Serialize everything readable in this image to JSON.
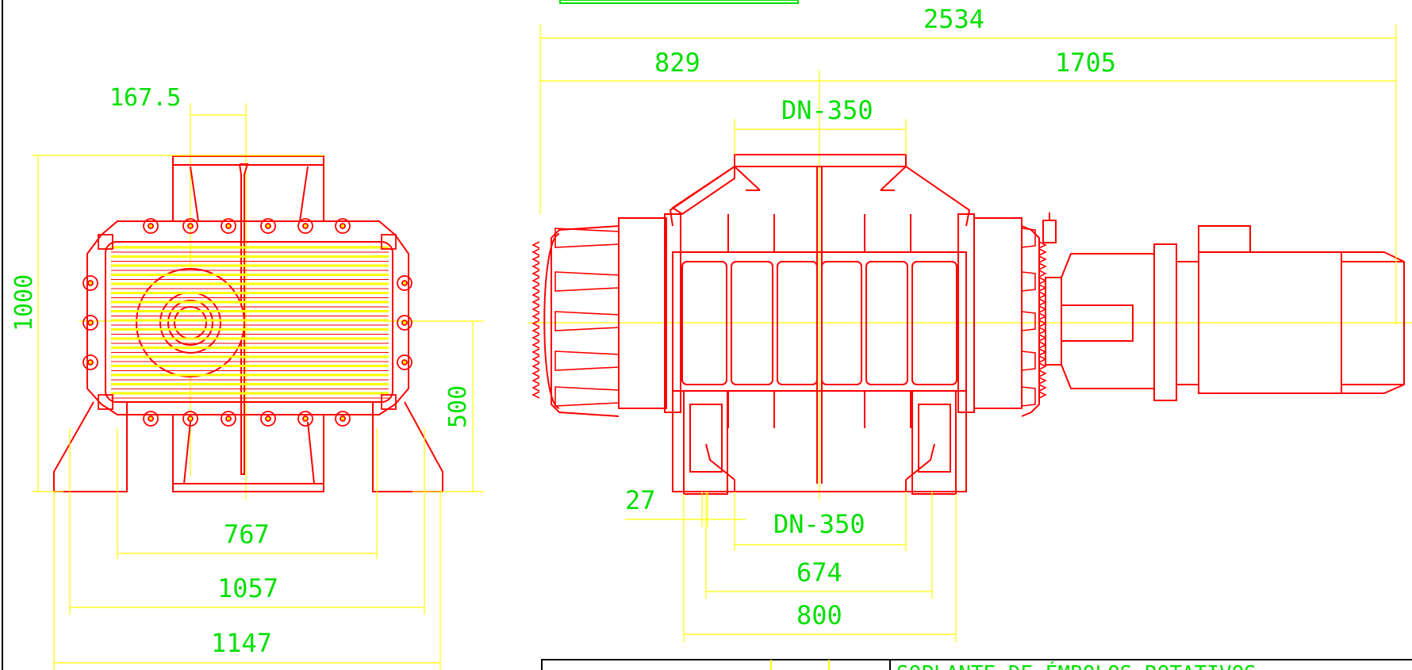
{
  "colors": {
    "background": "#ffffff",
    "outline": "#ff0000",
    "dimension_line": "#ffff00",
    "dimension_text": "#00e000",
    "centerline": "#ffff00",
    "frame": "#000000"
  },
  "dimensions": {
    "overall_length": "2534",
    "left_segment": "829",
    "right_segment": "1705",
    "inlet_flange": "DN-350",
    "outlet_flange": "DN-350",
    "flange_thickness": "27",
    "foot_inner": "674",
    "foot_outer": "800",
    "height": "1000",
    "shaft_offset": "167.5",
    "center_height": "500",
    "base_767": "767",
    "base_1057": "1057",
    "base_1147": "1147"
  },
  "title_block": {
    "description": "SOPLANTE DE ÉMBOLOS ROTATIVOS"
  }
}
